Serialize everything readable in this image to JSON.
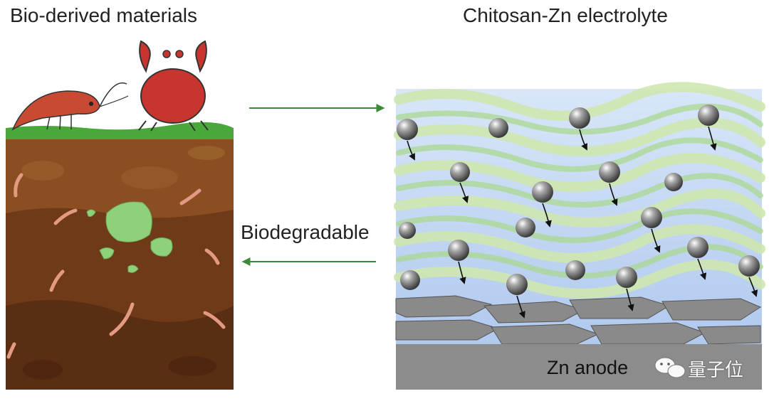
{
  "left_panel": {
    "title": "Bio-derived materials"
  },
  "right_panel": {
    "title": "Chitosan-Zn electrolyte",
    "anode_label": "Zn anode"
  },
  "arrows": {
    "bottom_label": "Biodegradable"
  },
  "watermark": {
    "text": "量子位",
    "icon": "wechat-icon"
  },
  "colors": {
    "arrow": "#3a8a3a",
    "soil_top": "#7a4420",
    "soil_bottom": "#5a2e12",
    "grass": "#4aa83a",
    "leaf": "#8fd07a",
    "zinc_ion": "#777777",
    "anode": "#8c8c8c"
  }
}
